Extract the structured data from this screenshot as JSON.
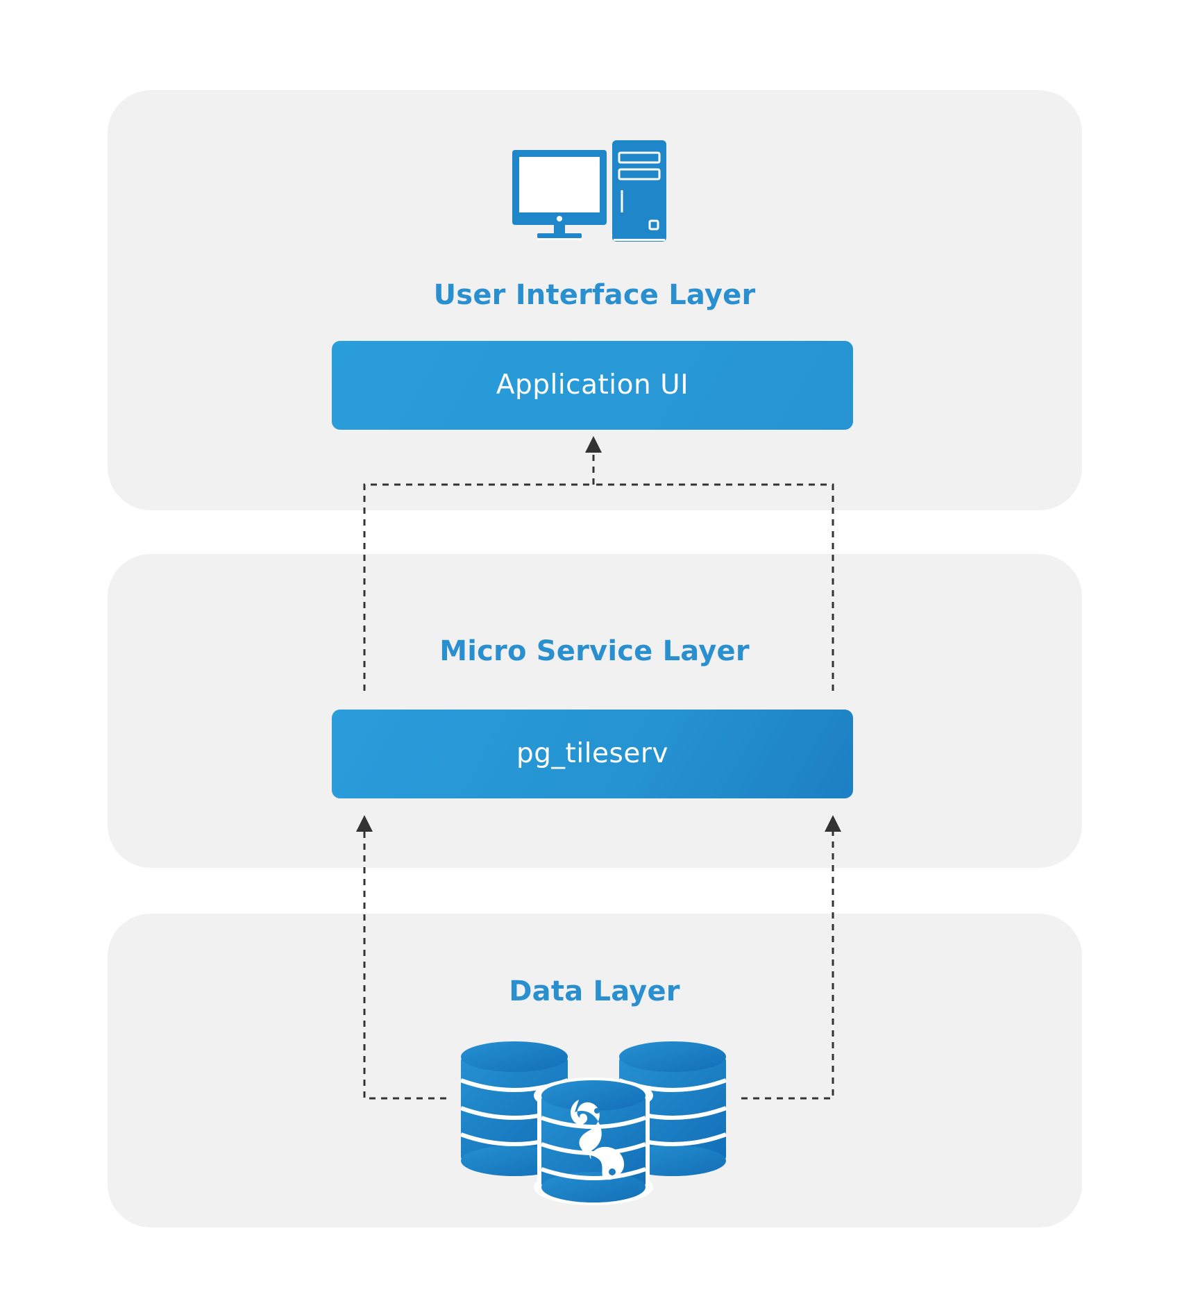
{
  "diagram": {
    "layers": [
      {
        "id": "ui",
        "title": "User Interface Layer",
        "icon": "computer-icon",
        "component": "Application UI"
      },
      {
        "id": "microservice",
        "title": "Micro Service Layer",
        "component": "pg_tileserv"
      },
      {
        "id": "data",
        "title": "Data Layer",
        "icon": "postgresql-database-icon"
      }
    ],
    "connections": [
      {
        "from": "Data Layer",
        "to": "pg_tileserv",
        "style": "dashed",
        "arrow": "up"
      },
      {
        "from": "Micro Service Layer",
        "to": "Application UI",
        "style": "dashed",
        "arrow": "up"
      }
    ],
    "colors": {
      "panel_background": "#f1f1f2",
      "accent": "#2a8fcf",
      "component_fill": "#2898d6",
      "icon_fill": "#1e86c9",
      "connector": "#333333"
    }
  }
}
